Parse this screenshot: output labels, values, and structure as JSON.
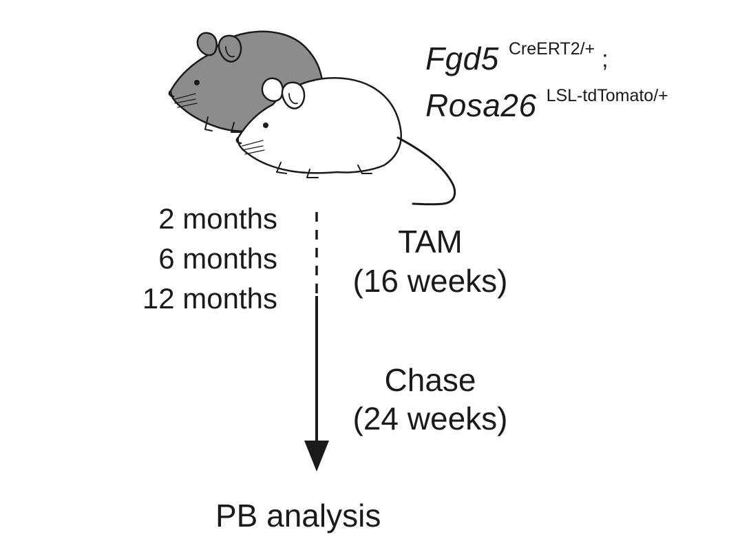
{
  "genotype": {
    "line1_gene": "Fgd5",
    "line1_allele": "CreERT2/+",
    "separator": ";",
    "line2_gene": "Rosa26",
    "line2_allele": "LSL-tdTomato/+"
  },
  "ages": [
    "2 months",
    "6 months",
    "12 months"
  ],
  "treatment": {
    "label": "TAM",
    "duration": "(16 weeks)"
  },
  "chase": {
    "label": "Chase",
    "duration": "(24 weeks)"
  },
  "endpoint": "PB analysis",
  "icons": [
    "gray-mouse-icon",
    "white-mouse-icon",
    "timeline-arrow-icon"
  ],
  "colors": {
    "gray_mouse": "#8c8c8c",
    "white_mouse": "#ffffff",
    "outline": "#1a1a1a"
  }
}
